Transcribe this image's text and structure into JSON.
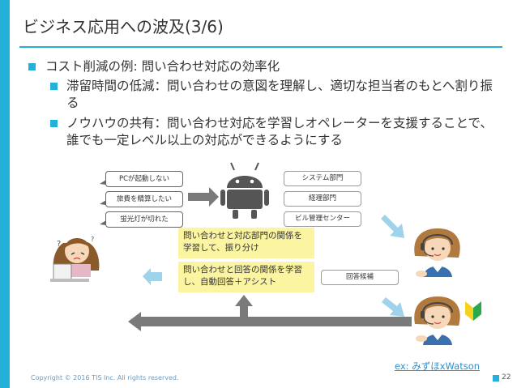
{
  "colors": {
    "accent": "#23b1d8",
    "arrow_blue": "#9fd3ec",
    "arrow_gray": "#7a7a7a",
    "note_yellow": "#fbf4a0"
  },
  "slide": {
    "title": "ビジネス応用への波及(3/6)",
    "bullets": {
      "main": "コスト削減の例: 問い合わせ対応の効率化",
      "sub1": "滞留時間の低減：問い合わせの意図を理解し、適切な担当者のもとへ割り振る",
      "sub2": "ノウハウの共有：問い合わせ対応を学習しオペレーターを支援することで、誰でも一定レベル以上の対応ができるようにする"
    }
  },
  "diagram": {
    "inquiries": [
      "PCが起動しない",
      "旅費を精算したい",
      "蛍光灯が切れた"
    ],
    "departments": [
      "システム部門",
      "経理部門",
      "ビル管理センター"
    ],
    "note_routing": "問い合わせと対応部門の関係を学習して、振り分け",
    "note_answer": "問い合わせと回答の関係を学習し、自動回答＋アシスト",
    "answer_candidate": "回答候補",
    "icons": [
      "user-confused-icon",
      "robot-icon",
      "operator-icon",
      "beginner-operator-icon",
      "beginner-mark-icon"
    ]
  },
  "example_link": "ex: みずほxWatson",
  "footer": {
    "copyright": "Copyright © 2016 TIS Inc. All rights reserved.",
    "page": "22"
  }
}
